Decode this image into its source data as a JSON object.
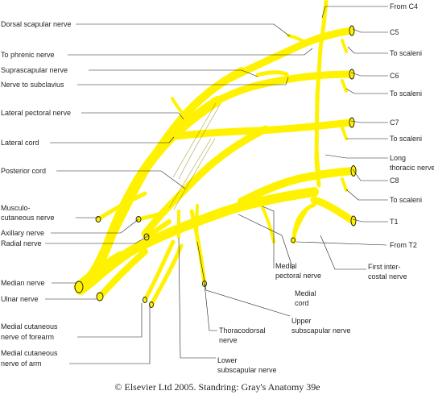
{
  "figure": {
    "credit": "© Elsevier Ltd 2005. Standring: Gray's Anatomy 39e"
  },
  "labels_left": {
    "dorsal_scapular_nerve": "Dorsal scapular nerve",
    "to_phrenic_nerve": "To phrenic nerve",
    "suprascapular_nerve": "Suprascapular nerve",
    "nerve_to_subclavius": "Nerve to subclavius",
    "lateral_pectoral_nerve": "Lateral pectoral nerve",
    "lateral_cord": "Lateral cord",
    "posterior_cord": "Posterior cord",
    "musculocutaneous_line1": "Musculo-",
    "musculocutaneous_line2": "cutaneous nerve",
    "axillary_nerve": "Axillary nerve",
    "radial_nerve": "Radial nerve",
    "median_nerve": "Median nerve",
    "ulnar_nerve": "Ulnar nerve",
    "mcn_forearm_line1": "Medial cutaneous",
    "mcn_forearm_line2": "nerve of forearm",
    "mcn_arm_line1": "Medial cutaneous",
    "mcn_arm_line2": "nerve of arm"
  },
  "labels_right": {
    "from_c4": "From C4",
    "c5": "C5",
    "to_scaleni_1": "To scaleni",
    "c6": "C6",
    "to_scaleni_2": "To scaleni",
    "c7": "C7",
    "to_scaleni_3": "To scaleni",
    "long_thoracic_line1": "Long",
    "long_thoracic_line2": "thoracic nerve",
    "c8": "C8",
    "to_scaleni_4": "To scaleni",
    "t1": "T1",
    "from_t2": "From T2",
    "first_intercostal_line1": "First inter-",
    "first_intercostal_line2": "costal nerve"
  },
  "labels_bottom": {
    "medial_pectoral_line1": "Medial",
    "medial_pectoral_line2": "pectoral nerve",
    "medial_cord_line1": "Medial",
    "medial_cord_line2": "cord",
    "upper_subscapular_line1": "Upper",
    "upper_subscapular_line2": "subscapular nerve",
    "thoracodorsal_line1": "Thoracodorsal",
    "thoracodorsal_line2": "nerve",
    "lower_subscapular_line1": "Lower",
    "lower_subscapular_line2": "subscapular nerve"
  },
  "colors": {
    "nerve_fill": "#fff200",
    "nerve_outline": "#1a1a1a",
    "text": "#231f20",
    "background": "#ffffff"
  }
}
